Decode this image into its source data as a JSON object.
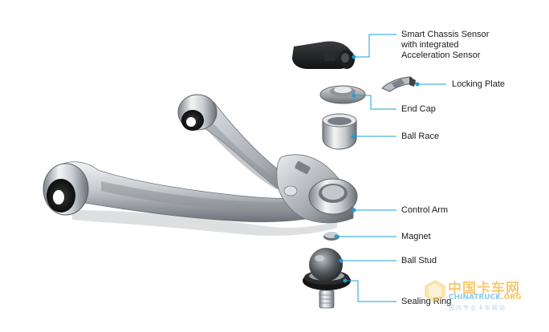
{
  "labels": {
    "smart_sensor": [
      "Smart Chassis Sensor",
      "with integrated",
      "Acceleration Sensor"
    ],
    "locking_plate": "Locking Plate",
    "end_cap": "End Cap",
    "ball_race": "Ball Race",
    "control_arm": "Control Arm",
    "magnet": "Magnet",
    "ball_stud": "Ball Stud",
    "sealing_ring": "Sealing Ring"
  },
  "watermark": {
    "cn": "中国卡车网",
    "en": "CHINATRUCK",
    "en_suffix": ".ORG",
    "sub": "国内专业卡车网站"
  },
  "colors": {
    "leader": "#1d9fd8",
    "dot": "#1d9fd8",
    "metal_light": "#e4e6e9",
    "metal_mid": "#aeb3b8",
    "metal_dark": "#5f656b",
    "rubber": "#121212",
    "label_text": "#1a1a1a"
  }
}
